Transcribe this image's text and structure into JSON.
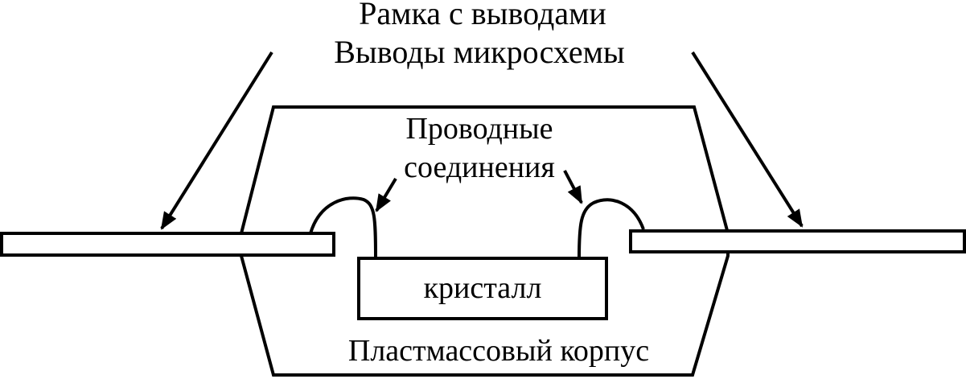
{
  "labels": {
    "frame_with_leads": "Рамка с выводами",
    "chip_leads": "Выводы микросхемы",
    "wire_bonds_line1": "Проводные",
    "wire_bonds_line2": "соединения",
    "die": "кристалл",
    "plastic_package": "Пластмассовый корпус"
  },
  "colors": {
    "line": "#000000",
    "background": "#ffffff"
  }
}
